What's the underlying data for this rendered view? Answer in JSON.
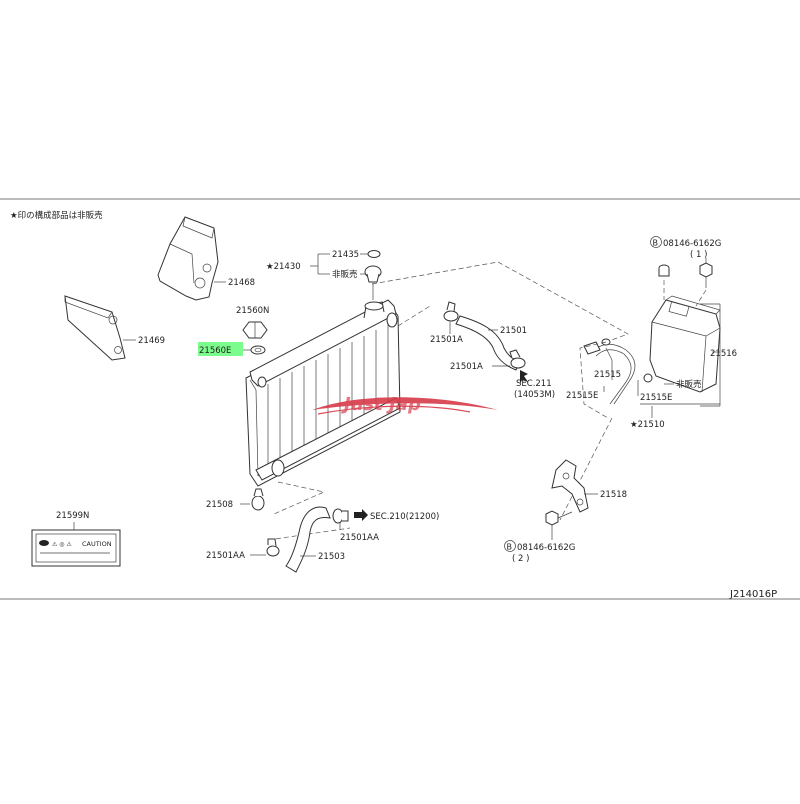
{
  "note": "★印の構成部品は非販売",
  "diagram_code": "J214016P",
  "labels": {
    "p21468": "21468",
    "p21469": "21469",
    "p21430": "★21430",
    "p21435": "21435",
    "not_sold_1": "非販売",
    "p21560n": "21560N",
    "p21560e": "21560E",
    "p21501_top": "21501",
    "p21501a_1": "21501A",
    "p21501a_2": "21501A",
    "sec211": "SEC.211",
    "sec211_sub": "(14053M)",
    "p21508": "21508",
    "p21501aa_1": "21501AA",
    "p21501aa_2": "21501AA",
    "sec210": "SEC.210(21200)",
    "p21503": "21503",
    "p21599n": "21599N",
    "caution": "CAUTION",
    "bolt_1": "08146-6162G",
    "bolt_1_qty": "( 1 )",
    "bolt_2": "08146-6162G",
    "bolt_2_qty": "( 2 )",
    "p21516": "21516",
    "p21515": "21515",
    "p21515e_1": "21515E",
    "p21515e_2": "21515E",
    "not_sold_2": "非販売",
    "p21510": "★21510",
    "p21518": "21518",
    "circled_b": "B"
  },
  "watermark": "Just Jap",
  "colors": {
    "highlight": "#7CFC8C",
    "watermark": "#d63a4a",
    "line": "#333333"
  }
}
